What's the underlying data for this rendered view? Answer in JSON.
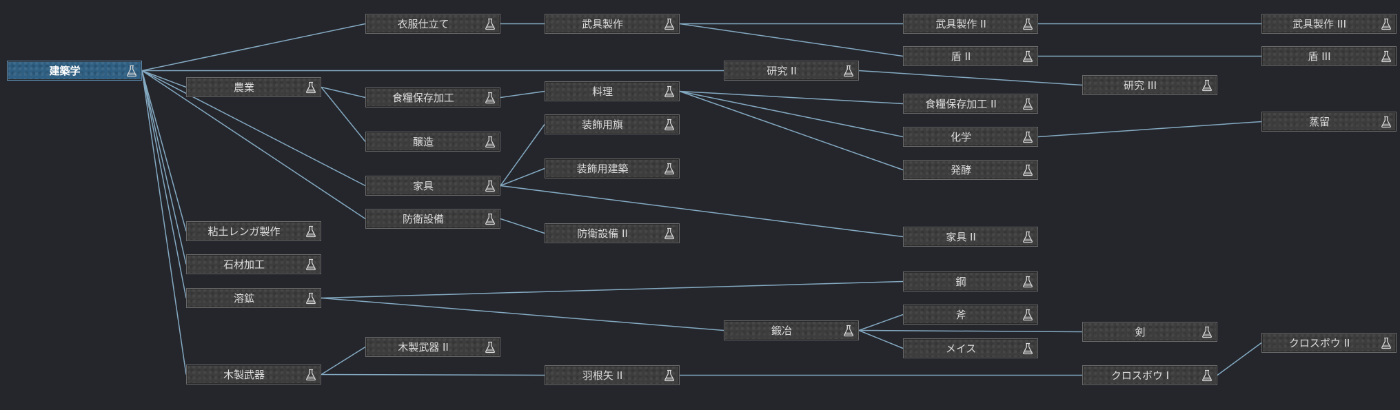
{
  "colors": {
    "background": "#25262c",
    "edge": "#84aac2",
    "node": "#3d3d3d",
    "root_node": "#2f5f82"
  },
  "node_icon": "flask-icon",
  "nodes": [
    {
      "id": "architecture",
      "label": "建築学",
      "root": true
    },
    {
      "id": "tailoring",
      "label": "衣服仕立て"
    },
    {
      "id": "arms1",
      "label": "武具製作"
    },
    {
      "id": "arms2",
      "label": "武具製作 II"
    },
    {
      "id": "arms3",
      "label": "武具製作 III"
    },
    {
      "id": "shield2",
      "label": "盾 II"
    },
    {
      "id": "shield3",
      "label": "盾 III"
    },
    {
      "id": "research2",
      "label": "研究 II"
    },
    {
      "id": "research3",
      "label": "研究 III"
    },
    {
      "id": "agriculture",
      "label": "農業"
    },
    {
      "id": "preserve1",
      "label": "食糧保存加工"
    },
    {
      "id": "cooking",
      "label": "料理"
    },
    {
      "id": "preserve2",
      "label": "食糧保存加工 II"
    },
    {
      "id": "brewing",
      "label": "醸造"
    },
    {
      "id": "banners",
      "label": "装飾用旗"
    },
    {
      "id": "decor_arch",
      "label": "装飾用建築"
    },
    {
      "id": "chemistry",
      "label": "化学"
    },
    {
      "id": "distill",
      "label": "蒸留"
    },
    {
      "id": "ferment",
      "label": "発酵"
    },
    {
      "id": "furniture",
      "label": "家具"
    },
    {
      "id": "furniture2",
      "label": "家具 II"
    },
    {
      "id": "defense1",
      "label": "防衛設備"
    },
    {
      "id": "defense2",
      "label": "防衛設備 II"
    },
    {
      "id": "brick",
      "label": "粘土レンガ製作"
    },
    {
      "id": "stone",
      "label": "石材加工"
    },
    {
      "id": "smelting",
      "label": "溶鉱"
    },
    {
      "id": "steel",
      "label": "鋼"
    },
    {
      "id": "forging",
      "label": "鍛冶"
    },
    {
      "id": "axe",
      "label": "斧"
    },
    {
      "id": "mace",
      "label": "メイス"
    },
    {
      "id": "sword",
      "label": "剣"
    },
    {
      "id": "woodweap1",
      "label": "木製武器"
    },
    {
      "id": "woodweap2",
      "label": "木製武器 II"
    },
    {
      "id": "arrows2",
      "label": "羽根矢 II"
    },
    {
      "id": "crossbow1",
      "label": "クロスボウ I"
    },
    {
      "id": "crossbow2",
      "label": "クロスボウ II"
    }
  ],
  "edges": [
    [
      "architecture",
      "tailoring"
    ],
    [
      "architecture",
      "research2"
    ],
    [
      "architecture",
      "agriculture"
    ],
    [
      "architecture",
      "furniture"
    ],
    [
      "architecture",
      "defense1"
    ],
    [
      "architecture",
      "brick"
    ],
    [
      "architecture",
      "stone"
    ],
    [
      "architecture",
      "smelting"
    ],
    [
      "architecture",
      "woodweap1"
    ],
    [
      "tailoring",
      "arms1"
    ],
    [
      "arms1",
      "arms2"
    ],
    [
      "arms1",
      "shield2"
    ],
    [
      "arms2",
      "arms3"
    ],
    [
      "shield2",
      "shield3"
    ],
    [
      "research2",
      "research3"
    ],
    [
      "agriculture",
      "preserve1"
    ],
    [
      "agriculture",
      "brewing"
    ],
    [
      "preserve1",
      "cooking"
    ],
    [
      "cooking",
      "preserve2"
    ],
    [
      "cooking",
      "chemistry"
    ],
    [
      "cooking",
      "ferment"
    ],
    [
      "chemistry",
      "distill"
    ],
    [
      "furniture",
      "banners"
    ],
    [
      "furniture",
      "decor_arch"
    ],
    [
      "furniture",
      "furniture2"
    ],
    [
      "defense1",
      "defense2"
    ],
    [
      "smelting",
      "steel"
    ],
    [
      "smelting",
      "forging"
    ],
    [
      "forging",
      "axe"
    ],
    [
      "forging",
      "mace"
    ],
    [
      "forging",
      "sword"
    ],
    [
      "woodweap1",
      "woodweap2"
    ],
    [
      "woodweap1",
      "arrows2"
    ],
    [
      "arrows2",
      "crossbow1"
    ],
    [
      "crossbow1",
      "crossbow2"
    ]
  ]
}
